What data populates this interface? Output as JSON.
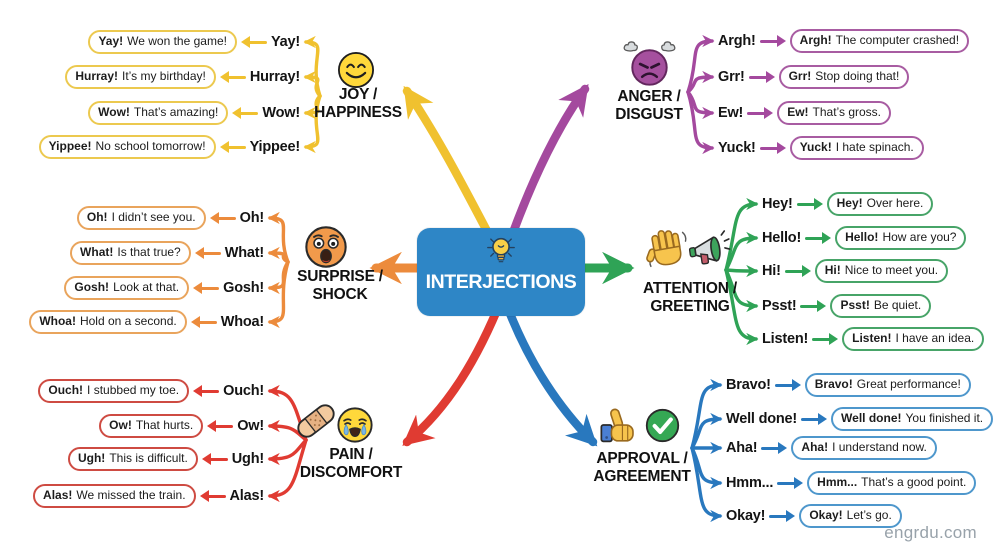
{
  "center": {
    "label": "INTERJECTIONS",
    "color": "#2E86C6",
    "icon": "lightbulb-icon"
  },
  "watermark": "engrdu.com",
  "branches": [
    {
      "id": "joy",
      "label_line1": "JOY /",
      "label_line2": "HAPPINESS",
      "color": "#F0C12F",
      "bubble_border": "#ECC94F",
      "icons": [
        "smiling-face-icon"
      ],
      "items": [
        {
          "word": "Yay!",
          "example": {
            "word": "Yay!",
            "rest": "We won the game!"
          }
        },
        {
          "word": "Hurray!",
          "example": {
            "word": "Hurray!",
            "rest": "It’s my birthday!"
          }
        },
        {
          "word": "Wow!",
          "example": {
            "word": "Wow!",
            "rest": "That’s amazing!"
          }
        },
        {
          "word": "Yippee!",
          "example": {
            "word": "Yippee!",
            "rest": "No school tomorrow!"
          }
        }
      ]
    },
    {
      "id": "surprise",
      "label_line1": "SURPRISE /",
      "label_line2": "SHOCK",
      "color": "#EC8B3C",
      "bubble_border": "#E9A45C",
      "icons": [
        "shocked-face-icon"
      ],
      "items": [
        {
          "word": "Oh!",
          "example": {
            "word": "Oh!",
            "rest": "I didn’t see you."
          }
        },
        {
          "word": "What!",
          "example": {
            "word": "What!",
            "rest": "Is that true?"
          }
        },
        {
          "word": "Gosh!",
          "example": {
            "word": "Gosh!",
            "rest": "Look at that."
          }
        },
        {
          "word": "Whoa!",
          "example": {
            "word": "Whoa!",
            "rest": "Hold on a second."
          }
        }
      ]
    },
    {
      "id": "pain",
      "label_line1": "PAIN /",
      "label_line2": "DISCOMFORT",
      "color": "#E03B32",
      "bubble_border": "#CE4B42",
      "icons": [
        "bandage-icon",
        "crying-face-icon"
      ],
      "items": [
        {
          "word": "Ouch!",
          "example": {
            "word": "Ouch!",
            "rest": "I stubbed my toe."
          }
        },
        {
          "word": "Ow!",
          "example": {
            "word": "Ow!",
            "rest": "That hurts."
          }
        },
        {
          "word": "Ugh!",
          "example": {
            "word": "Ugh!",
            "rest": "This is difficult."
          }
        },
        {
          "word": "Alas!",
          "example": {
            "word": "Alas!",
            "rest": "We missed the train."
          }
        }
      ]
    },
    {
      "id": "anger",
      "label_line1": "ANGER /",
      "label_line2": "DISGUST",
      "color": "#A4499E",
      "bubble_border": "#A85CA2",
      "icons": [
        "angry-face-icon"
      ],
      "items": [
        {
          "word": "Argh!",
          "example": {
            "word": "Argh!",
            "rest": "The computer crashed!"
          }
        },
        {
          "word": "Grr!",
          "example": {
            "word": "Grr!",
            "rest": "Stop doing that!"
          }
        },
        {
          "word": "Ew!",
          "example": {
            "word": "Ew!",
            "rest": "That’s gross."
          }
        },
        {
          "word": "Yuck!",
          "example": {
            "word": "Yuck!",
            "rest": "I hate spinach."
          }
        }
      ]
    },
    {
      "id": "attention",
      "label_line1": "ATTENTION /",
      "label_line2": "GREETING",
      "color": "#2FA356",
      "bubble_border": "#47A468",
      "icons": [
        "waving-hand-icon",
        "megaphone-icon"
      ],
      "items": [
        {
          "word": "Hey!",
          "example": {
            "word": "Hey!",
            "rest": "Over here."
          }
        },
        {
          "word": "Hello!",
          "example": {
            "word": "Hello!",
            "rest": "How are you?"
          }
        },
        {
          "word": "Hi!",
          "example": {
            "word": "Hi!",
            "rest": "Nice to meet you."
          }
        },
        {
          "word": "Psst!",
          "example": {
            "word": "Psst!",
            "rest": "Be quiet."
          }
        },
        {
          "word": "Listen!",
          "example": {
            "word": "Listen!",
            "rest": "I have an idea."
          }
        }
      ]
    },
    {
      "id": "approval",
      "label_line1": "APPROVAL /",
      "label_line2": "AGREEMENT",
      "color": "#2978BE",
      "bubble_border": "#4E97CC",
      "icons": [
        "thumbs-up-icon",
        "check-mark-icon"
      ],
      "items": [
        {
          "word": "Bravo!",
          "example": {
            "word": "Bravo!",
            "rest": "Great performance!"
          }
        },
        {
          "word": "Well done!",
          "example": {
            "word": "Well done!",
            "rest": "You finished it."
          }
        },
        {
          "word": "Aha!",
          "example": {
            "word": "Aha!",
            "rest": "I understand now."
          }
        },
        {
          "word": "Hmm...",
          "example": {
            "word": "Hmm...",
            "rest": "That’s a good point."
          }
        },
        {
          "word": "Okay!",
          "example": {
            "word": "Okay!",
            "rest": "Let’s go."
          }
        }
      ]
    }
  ]
}
